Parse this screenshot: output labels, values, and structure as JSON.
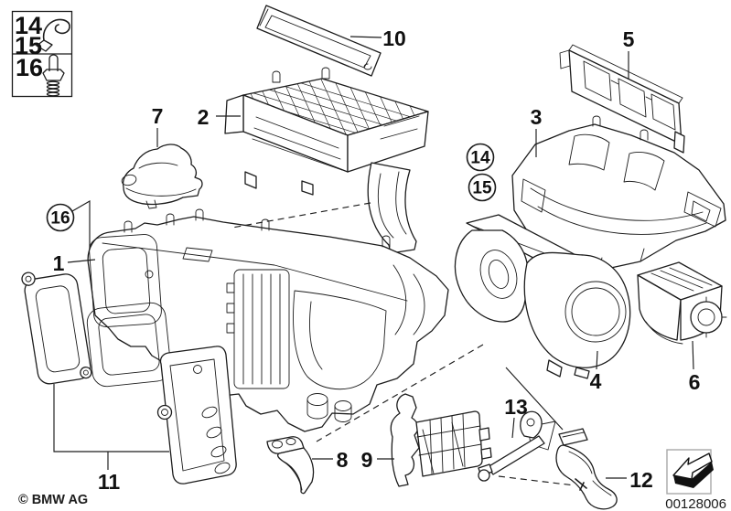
{
  "diagram": {
    "copyright": "© BMW AG",
    "diagram_number": "00128006",
    "background_color": "#ffffff",
    "line_color": "#1c1c1c",
    "arrow_box_border_color": "#a8a8a8"
  },
  "legend_box": {
    "rows": [
      {
        "numbers": [
          "14",
          "15"
        ],
        "icon": "retaining-clip-icon"
      },
      {
        "numbers": [
          "16"
        ],
        "icon": "screw-icon"
      }
    ]
  },
  "callouts": {
    "c1": "1",
    "c2": "2",
    "c3": "3",
    "c4": "4",
    "c5": "5",
    "c6": "6",
    "c7": "7",
    "c8": "8",
    "c9": "9",
    "c10": "10",
    "c11": "11",
    "c12": "12",
    "c13": "13"
  },
  "circled_callouts": {
    "c14": "14",
    "c15": "15",
    "c16": "16"
  }
}
